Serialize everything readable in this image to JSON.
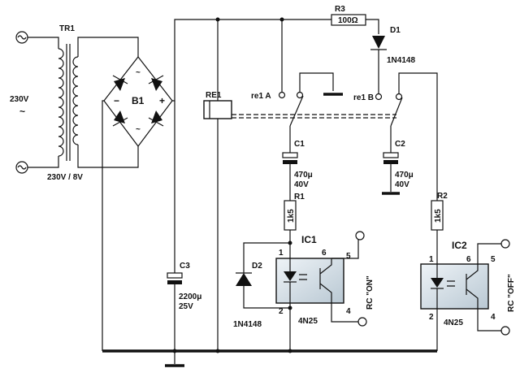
{
  "transformer": {
    "ref": "TR1",
    "primary": "230V",
    "primary_symbol": "~",
    "rating": "230V / 8V"
  },
  "bridge": {
    "ref": "B1",
    "minus": "−",
    "plus": "+",
    "ac1": "~",
    "ac2": "~"
  },
  "relay": {
    "ref": "RE1",
    "contact_a": "re1 A",
    "contact_b": "re1 B"
  },
  "r3": {
    "ref": "R3",
    "value": "100Ω"
  },
  "d1": {
    "ref": "D1",
    "part": "1N4148"
  },
  "c1": {
    "ref": "C1",
    "value": "470μ",
    "voltage": "40V"
  },
  "c2": {
    "ref": "C2",
    "value": "470μ",
    "voltage": "40V"
  },
  "c3": {
    "ref": "C3",
    "value": "2200μ",
    "voltage": "25V"
  },
  "r1": {
    "ref": "R1",
    "value": "1k5"
  },
  "r2": {
    "ref": "R2",
    "value": "1k5"
  },
  "d2": {
    "ref": "D2",
    "part": "1N4148"
  },
  "ic1": {
    "ref": "IC1",
    "part": "4N25",
    "pin1": "1",
    "pin2": "2",
    "pin4": "4",
    "pin5": "5",
    "pin6": "6",
    "output": "RC \"ON\""
  },
  "ic2": {
    "ref": "IC2",
    "part": "4N25",
    "pin1": "1",
    "pin2": "2",
    "pin4": "4",
    "pin5": "5",
    "pin6": "6",
    "output": "RC \"OFF\""
  },
  "colors": {
    "ic_fill": "#d9e3ea",
    "ic_border": "#111111",
    "wire": "#111111"
  }
}
